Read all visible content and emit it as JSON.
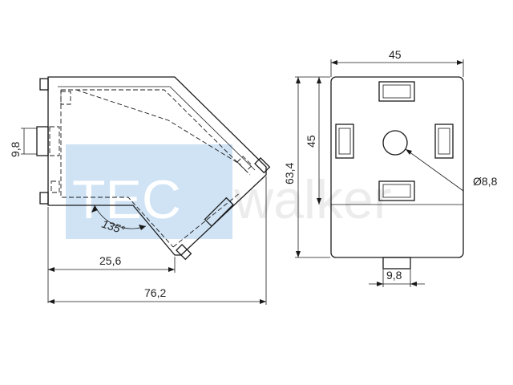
{
  "watermark": {
    "brand_left": "TEC",
    "brand_right": "walker",
    "colors": {
      "left": "#cfe3f5",
      "right": "#ececec"
    }
  },
  "side_view": {
    "dimensions": {
      "slot_height": "9,8",
      "inner_length": "25,6",
      "overall_length": "76,2",
      "angle": "135°"
    }
  },
  "front_view": {
    "dimensions": {
      "width": "45",
      "height": "45",
      "overall_height": "63,4",
      "bore_diameter": "Ø8,8",
      "tab_width": "9,8"
    }
  },
  "colors": {
    "line": "#1a1a1a",
    "text": "#222222"
  }
}
